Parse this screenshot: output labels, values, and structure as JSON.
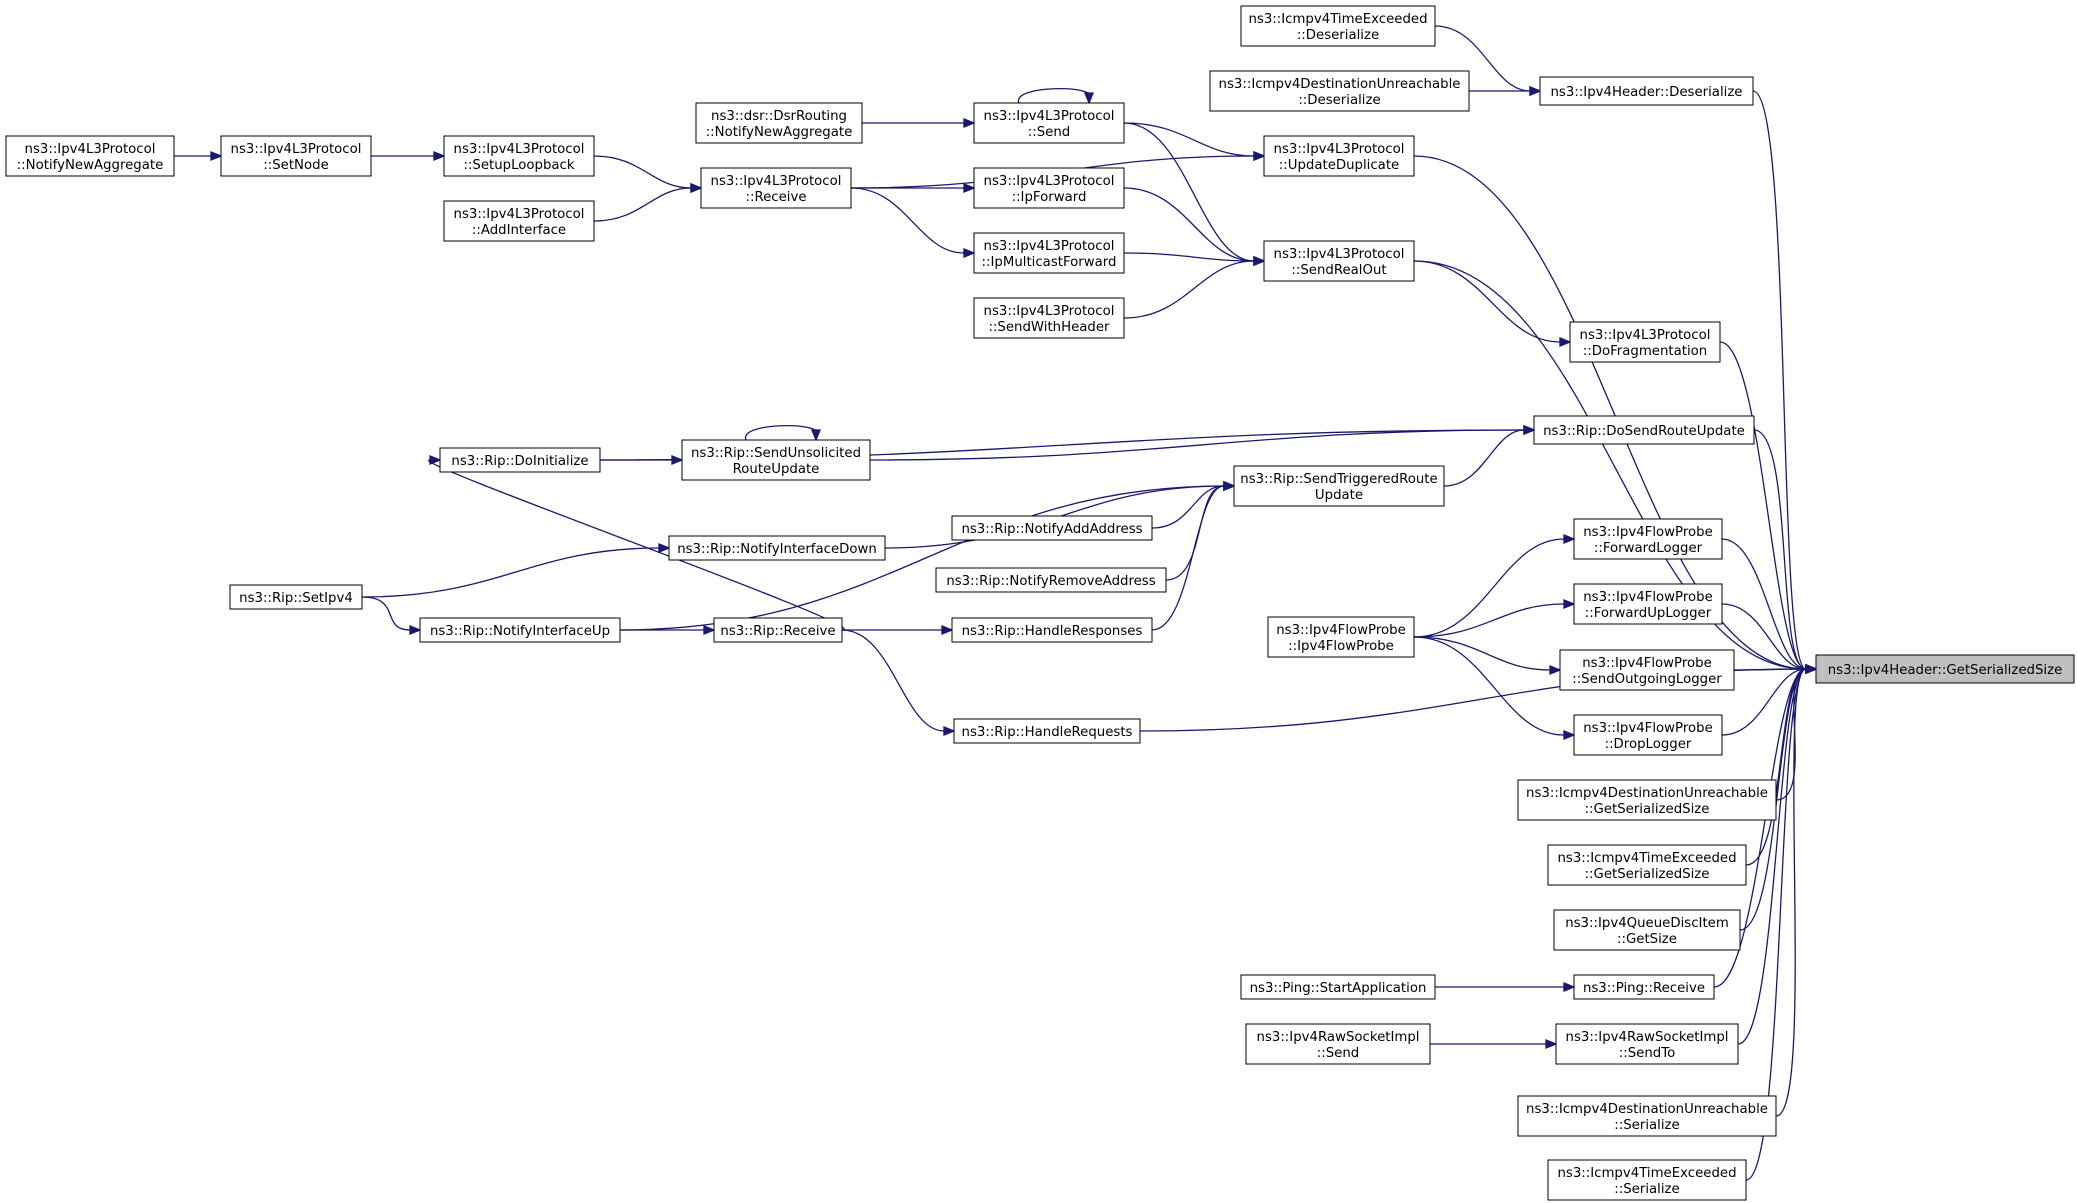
{
  "graph": {
    "edge_color": "#191970",
    "root_fill": "#bfbfbf",
    "nodes": [
      {
        "id": "gss",
        "lines": [
          "ns3::Ipv4Header::GetSerializedSize"
        ],
        "root": true
      },
      {
        "id": "tedes",
        "lines": [
          "ns3::Icmpv4TimeExceeded",
          "::Deserialize"
        ]
      },
      {
        "id": "dudes",
        "lines": [
          "ns3::Icmpv4DestinationUnreachable",
          "::Deserialize"
        ]
      },
      {
        "id": "hdes",
        "lines": [
          "ns3::Ipv4Header::Deserialize"
        ]
      },
      {
        "id": "dsr",
        "lines": [
          "ns3::dsr::DsrRouting",
          "::NotifyNewAggregate"
        ]
      },
      {
        "id": "send",
        "lines": [
          "ns3::Ipv4L3Protocol",
          "::Send"
        ]
      },
      {
        "id": "updup",
        "lines": [
          "ns3::Ipv4L3Protocol",
          "::UpdateDuplicate"
        ]
      },
      {
        "id": "nna",
        "lines": [
          "ns3::Ipv4L3Protocol",
          "::NotifyNewAggregate"
        ]
      },
      {
        "id": "setnode",
        "lines": [
          "ns3::Ipv4L3Protocol",
          "::SetNode"
        ]
      },
      {
        "id": "setloop",
        "lines": [
          "ns3::Ipv4L3Protocol",
          "::SetupLoopback"
        ]
      },
      {
        "id": "addif",
        "lines": [
          "ns3::Ipv4L3Protocol",
          "::AddInterface"
        ]
      },
      {
        "id": "recv",
        "lines": [
          "ns3::Ipv4L3Protocol",
          "::Receive"
        ]
      },
      {
        "id": "ipfwd",
        "lines": [
          "ns3::Ipv4L3Protocol",
          "::IpForward"
        ]
      },
      {
        "id": "ipmfwd",
        "lines": [
          "ns3::Ipv4L3Protocol",
          "::IpMulticastForward"
        ]
      },
      {
        "id": "swh",
        "lines": [
          "ns3::Ipv4L3Protocol",
          "::SendWithHeader"
        ]
      },
      {
        "id": "sro",
        "lines": [
          "ns3::Ipv4L3Protocol",
          "::SendRealOut"
        ]
      },
      {
        "id": "dofrag",
        "lines": [
          "ns3::Ipv4L3Protocol",
          "::DoFragmentation"
        ]
      },
      {
        "id": "ripinit",
        "lines": [
          "ns3::Rip::DoInitialize"
        ]
      },
      {
        "id": "ripsur",
        "lines": [
          "ns3::Rip::SendUnsolicited",
          "RouteUpdate"
        ]
      },
      {
        "id": "ripdsru",
        "lines": [
          "ns3::Rip::DoSendRouteUpdate"
        ]
      },
      {
        "id": "ripstru",
        "lines": [
          "ns3::Rip::SendTriggeredRoute",
          "Update"
        ]
      },
      {
        "id": "ripnaa",
        "lines": [
          "ns3::Rip::NotifyAddAddress"
        ]
      },
      {
        "id": "ripnra",
        "lines": [
          "ns3::Rip::NotifyRemoveAddress"
        ]
      },
      {
        "id": "ripnid",
        "lines": [
          "ns3::Rip::NotifyInterfaceDown"
        ]
      },
      {
        "id": "ripsetipv4",
        "lines": [
          "ns3::Rip::SetIpv4"
        ]
      },
      {
        "id": "ripniu",
        "lines": [
          "ns3::Rip::NotifyInterfaceUp"
        ]
      },
      {
        "id": "riprecv",
        "lines": [
          "ns3::Rip::Receive"
        ]
      },
      {
        "id": "riphresp",
        "lines": [
          "ns3::Rip::HandleResponses"
        ]
      },
      {
        "id": "riphreq",
        "lines": [
          "ns3::Rip::HandleRequests"
        ]
      },
      {
        "id": "fpfwd",
        "lines": [
          "ns3::Ipv4FlowProbe",
          "::ForwardLogger"
        ]
      },
      {
        "id": "fpfwdup",
        "lines": [
          "ns3::Ipv4FlowProbe",
          "::ForwardUpLogger"
        ]
      },
      {
        "id": "fpctor",
        "lines": [
          "ns3::Ipv4FlowProbe",
          "::Ipv4FlowProbe"
        ]
      },
      {
        "id": "fpsend",
        "lines": [
          "ns3::Ipv4FlowProbe",
          "::SendOutgoingLogger"
        ]
      },
      {
        "id": "fpdrop",
        "lines": [
          "ns3::Ipv4FlowProbe",
          "::DropLogger"
        ]
      },
      {
        "id": "dugss",
        "lines": [
          "ns3::Icmpv4DestinationUnreachable",
          "::GetSerializedSize"
        ]
      },
      {
        "id": "tegss",
        "lines": [
          "ns3::Icmpv4TimeExceeded",
          "::GetSerializedSize"
        ]
      },
      {
        "id": "qdgs",
        "lines": [
          "ns3::Ipv4QueueDiscItem",
          "::GetSize"
        ]
      },
      {
        "id": "pingstart",
        "lines": [
          "ns3::Ping::StartApplication"
        ]
      },
      {
        "id": "pingrecv",
        "lines": [
          "ns3::Ping::Receive"
        ]
      },
      {
        "id": "rawsend",
        "lines": [
          "ns3::Ipv4RawSocketImpl",
          "::Send"
        ]
      },
      {
        "id": "rawsendto",
        "lines": [
          "ns3::Ipv4RawSocketImpl",
          "::SendTo"
        ]
      },
      {
        "id": "duser",
        "lines": [
          "ns3::Icmpv4DestinationUnreachable",
          "::Serialize"
        ]
      },
      {
        "id": "teser",
        "lines": [
          "ns3::Icmpv4TimeExceeded",
          "::Serialize"
        ]
      }
    ],
    "edges": [
      [
        "tedes",
        "hdes"
      ],
      [
        "dudes",
        "hdes"
      ],
      [
        "hdes",
        "gss"
      ],
      [
        "dsr",
        "send"
      ],
      [
        "send",
        "send"
      ],
      [
        "send",
        "updup"
      ],
      [
        "send",
        "sro"
      ],
      [
        "nna",
        "setnode"
      ],
      [
        "setnode",
        "setloop"
      ],
      [
        "setloop",
        "recv"
      ],
      [
        "addif",
        "recv"
      ],
      [
        "recv",
        "updup"
      ],
      [
        "recv",
        "ipfwd"
      ],
      [
        "recv",
        "ipmfwd"
      ],
      [
        "updup",
        "gss"
      ],
      [
        "ipfwd",
        "sro"
      ],
      [
        "ipmfwd",
        "sro"
      ],
      [
        "swh",
        "sro"
      ],
      [
        "sro",
        "dofrag"
      ],
      [
        "sro",
        "gss"
      ],
      [
        "dofrag",
        "gss"
      ],
      [
        "ripinit",
        "ripdsru"
      ],
      [
        "ripinit",
        "ripsur"
      ],
      [
        "ripsur",
        "ripsur"
      ],
      [
        "ripsur",
        "ripdsru"
      ],
      [
        "ripstru",
        "ripdsru"
      ],
      [
        "ripdsru",
        "gss"
      ],
      [
        "ripnid",
        "ripstru"
      ],
      [
        "ripnaa",
        "ripstru"
      ],
      [
        "ripnra",
        "ripstru"
      ],
      [
        "riphresp",
        "ripstru"
      ],
      [
        "ripniu",
        "ripstru"
      ],
      [
        "ripsetipv4",
        "ripnid"
      ],
      [
        "ripsetipv4",
        "ripniu"
      ],
      [
        "riprecv",
        "ripinit"
      ],
      [
        "ripniu",
        "riprecv"
      ],
      [
        "riprecv",
        "riphresp"
      ],
      [
        "riprecv",
        "riphreq"
      ],
      [
        "riphreq",
        "gss"
      ],
      [
        "fpctor",
        "fpfwd"
      ],
      [
        "fpctor",
        "fpfwdup"
      ],
      [
        "fpctor",
        "fpsend"
      ],
      [
        "fpctor",
        "fpdrop"
      ],
      [
        "fpfwd",
        "gss"
      ],
      [
        "fpfwdup",
        "gss"
      ],
      [
        "fpsend",
        "gss"
      ],
      [
        "fpdrop",
        "gss"
      ],
      [
        "dugss",
        "gss"
      ],
      [
        "tegss",
        "gss"
      ],
      [
        "qdgs",
        "gss"
      ],
      [
        "pingstart",
        "pingrecv"
      ],
      [
        "pingrecv",
        "gss"
      ],
      [
        "rawsend",
        "rawsendto"
      ],
      [
        "rawsendto",
        "gss"
      ],
      [
        "duser",
        "gss"
      ],
      [
        "teser",
        "gss"
      ]
    ]
  }
}
